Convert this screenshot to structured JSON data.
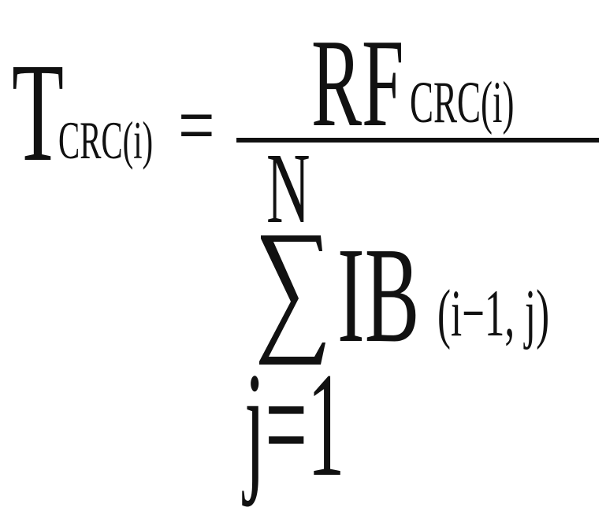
{
  "formula": {
    "lhs": {
      "symbol": "T",
      "subscript": "CRC(i)"
    },
    "equals": "=",
    "numerator": {
      "symbol": "RF",
      "subscript": "CRC(i)"
    },
    "denominator": {
      "upper_limit": "N",
      "lower_limit": "j=1",
      "term": "IB",
      "term_subscript": "(i−1, j)"
    }
  }
}
